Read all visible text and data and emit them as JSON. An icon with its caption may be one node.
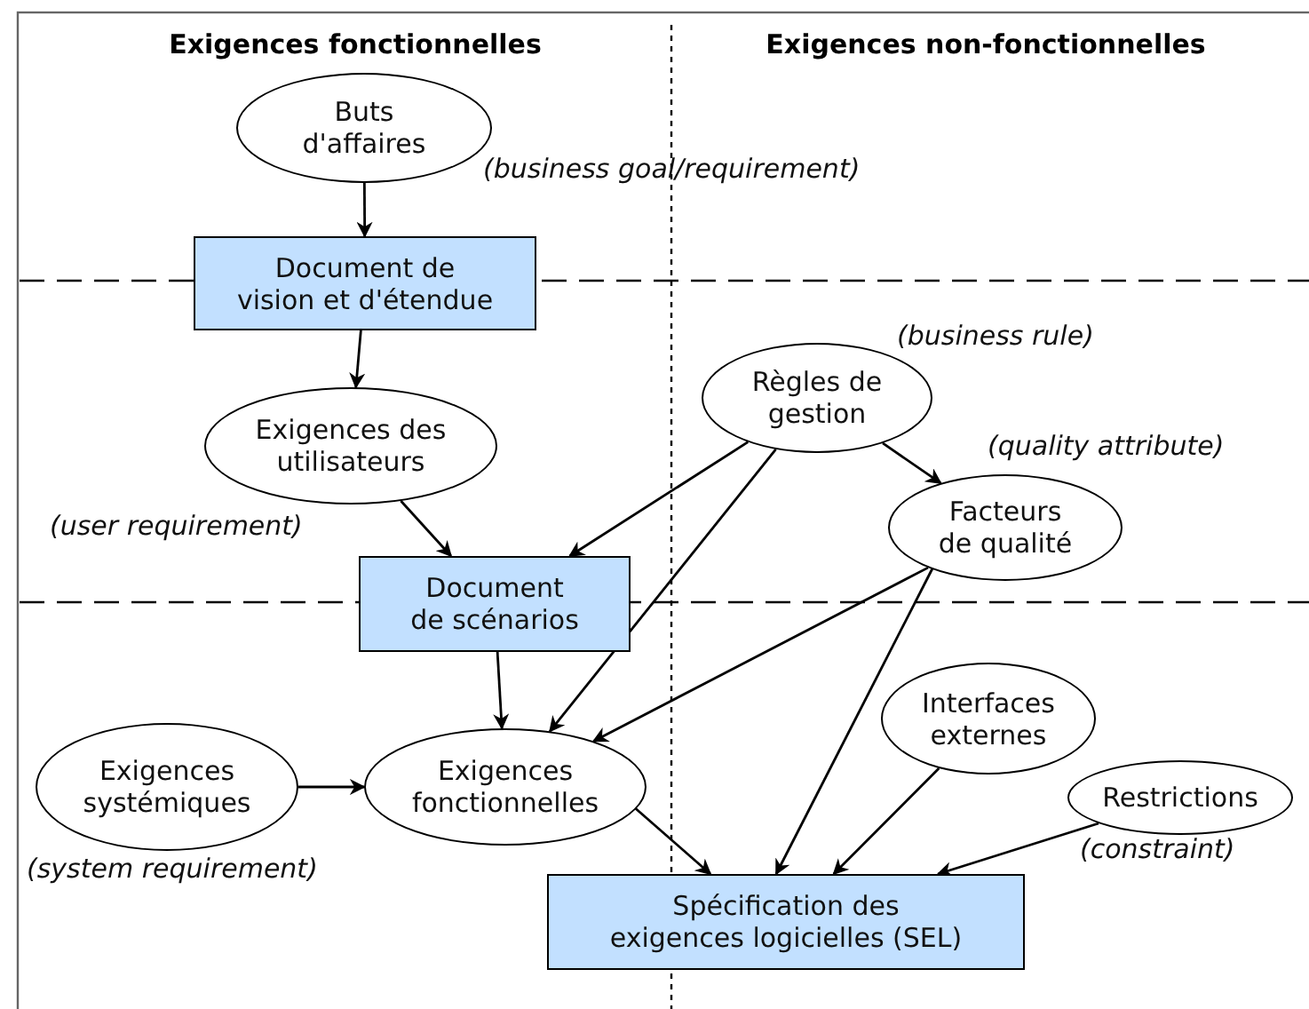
{
  "diagram": {
    "nodes": [
      {
        "text": [
          "Buts d'affaires"
        ],
        "beside": [
          "(business goal/requirement)"
        ]
      },
      {
        "text": [
          "Document de vision et d'étendue"
        ]
      },
      {
        "text": [
          "Exigences des utilisateurs"
        ],
        "beside": [
          "(user requirement)"
        ]
      },
      {
        "text": [
          "Règles de gestion"
        ],
        "beside": [
          "(business rule)"
        ]
      },
      {
        "text": [
          "Facteurs de qualité"
        ],
        "beside": [
          "(quality attribute)"
        ]
      },
      {
        "text": [
          "Document de scénarios"
        ]
      },
      {
        "text": [
          "Exigences systémiques"
        ],
        "beside": [
          "(system requirement)"
        ]
      },
      {
        "text": [
          "Exigences fonctionnelles"
        ]
      },
      {
        "text": [
          "Interfaces externes"
        ]
      },
      {
        "text": [
          "Restrictions"
        ],
        "beside": [
          "(constraint)"
        ]
      },
      {
        "text": [
          "Spécification des exigences logicielles (SEL)"
        ]
      }
    ],
    "edges": [
      {
        "from": 0,
        "to": 1,
        "arrow": "to"
      },
      {
        "from": 1,
        "to": 2,
        "arrow": "to"
      },
      {
        "from": 2,
        "to": 5,
        "arrow": "to"
      },
      {
        "from": 3,
        "to": 5,
        "arrow": "to"
      },
      {
        "from": 3,
        "to": 4,
        "arrow": "to"
      },
      {
        "from": 3,
        "to": 7,
        "arrow": "to"
      },
      {
        "from": 4,
        "to": 7,
        "arrow": "to"
      },
      {
        "from": 4,
        "to": 10,
        "arrow": "to"
      },
      {
        "from": 5,
        "to": 7,
        "arrow": "to"
      },
      {
        "from": 6,
        "to": 7,
        "arrow": "to"
      },
      {
        "from": 7,
        "to": 10,
        "arrow": "to"
      },
      {
        "from": 8,
        "to": 10,
        "arrow": "to"
      },
      {
        "from": 9,
        "to": 10,
        "arrow": "to"
      }
    ],
    "labels": [
      "Exigences fonctionnelles",
      "Exigences non-fonctionnelles"
    ]
  }
}
